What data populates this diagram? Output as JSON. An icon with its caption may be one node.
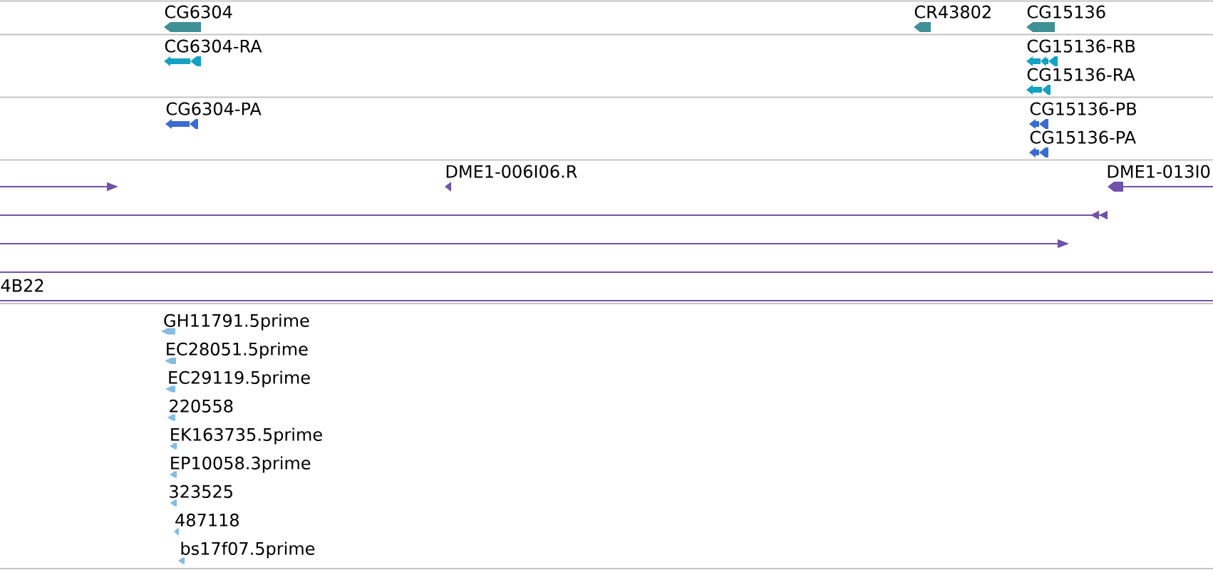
{
  "diagram": {
    "labels": [
      "CG6304",
      "CR43802",
      "CG15136",
      "CG6304-RA",
      "CG15136-RB",
      "CG15136-RA",
      "CG6304-PA",
      "CG15136-PB",
      "CG15136-PA",
      "DME1-006I06.R",
      "DME1-013I0",
      "4B22",
      "GH11791.5prime",
      "EC28051.5prime",
      "EC29119.5prime",
      "220558",
      "EK163735.5prime",
      "EP10058.3prime",
      "323525",
      "487118",
      "bs17f07.5prime"
    ]
  }
}
